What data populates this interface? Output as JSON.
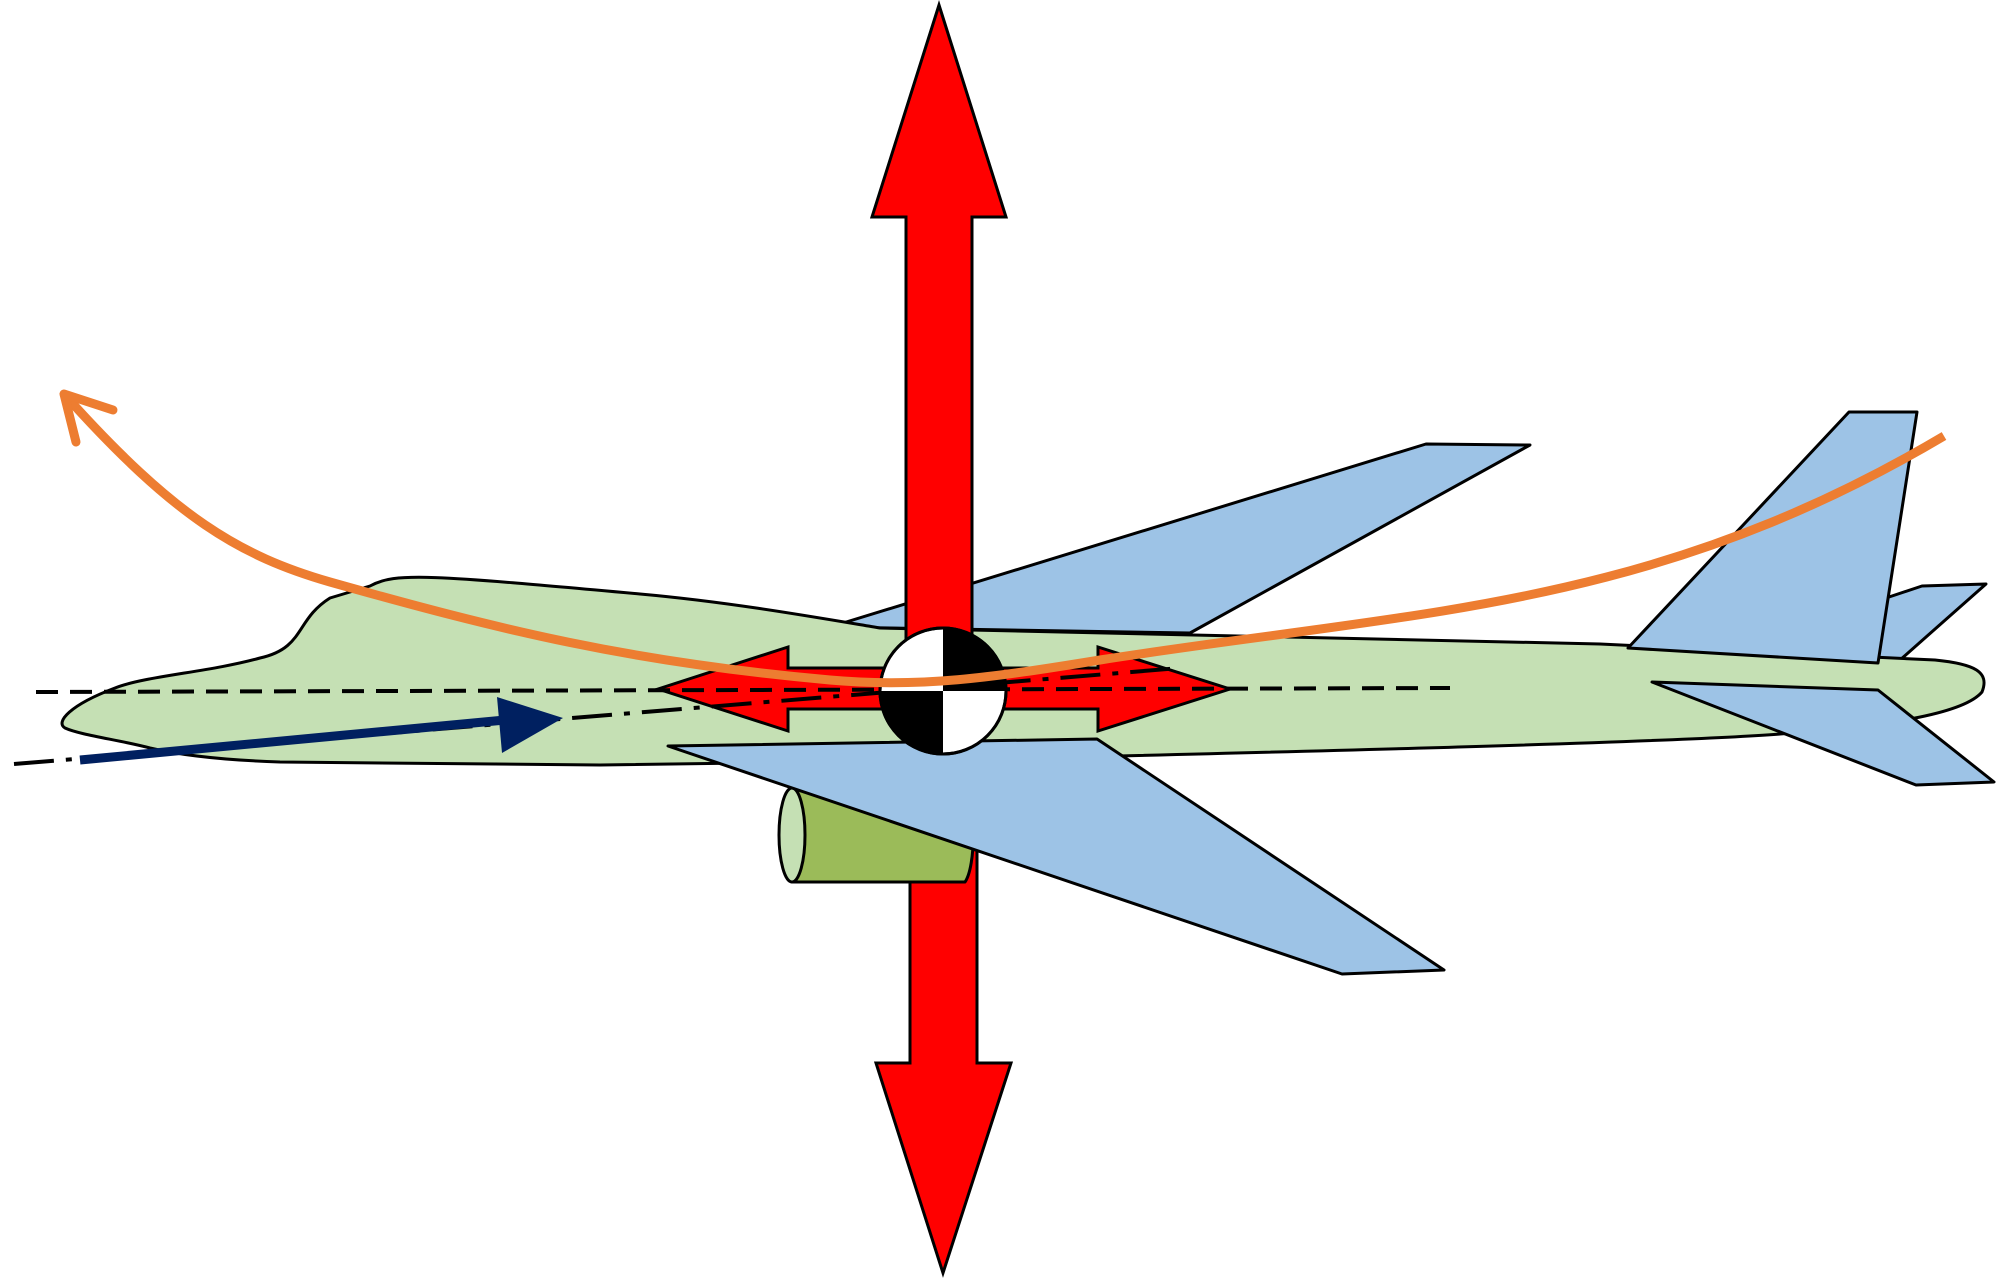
{
  "diagram": {
    "subject": "aircraft-forces-and-flight-path",
    "colors": {
      "background": "#ffffff",
      "fuselage": "#c5e0b4",
      "engine_body": "#9bbb59",
      "engine_inlet": "#c5e0b4",
      "wings_and_tail": "#9dc3e6",
      "force_arrows": "#ff0000",
      "outline": "#000000",
      "flight_path": "#ed7d31",
      "velocity_vector": "#002060",
      "reference_lines": "#000000",
      "cg_dark": "#000000",
      "cg_light": "#ffffff"
    },
    "icons": {
      "center_of_gravity": "cg-symbol",
      "aircraft": "aircraft-side-view",
      "force_arrow": "double-headed-arrow"
    }
  }
}
